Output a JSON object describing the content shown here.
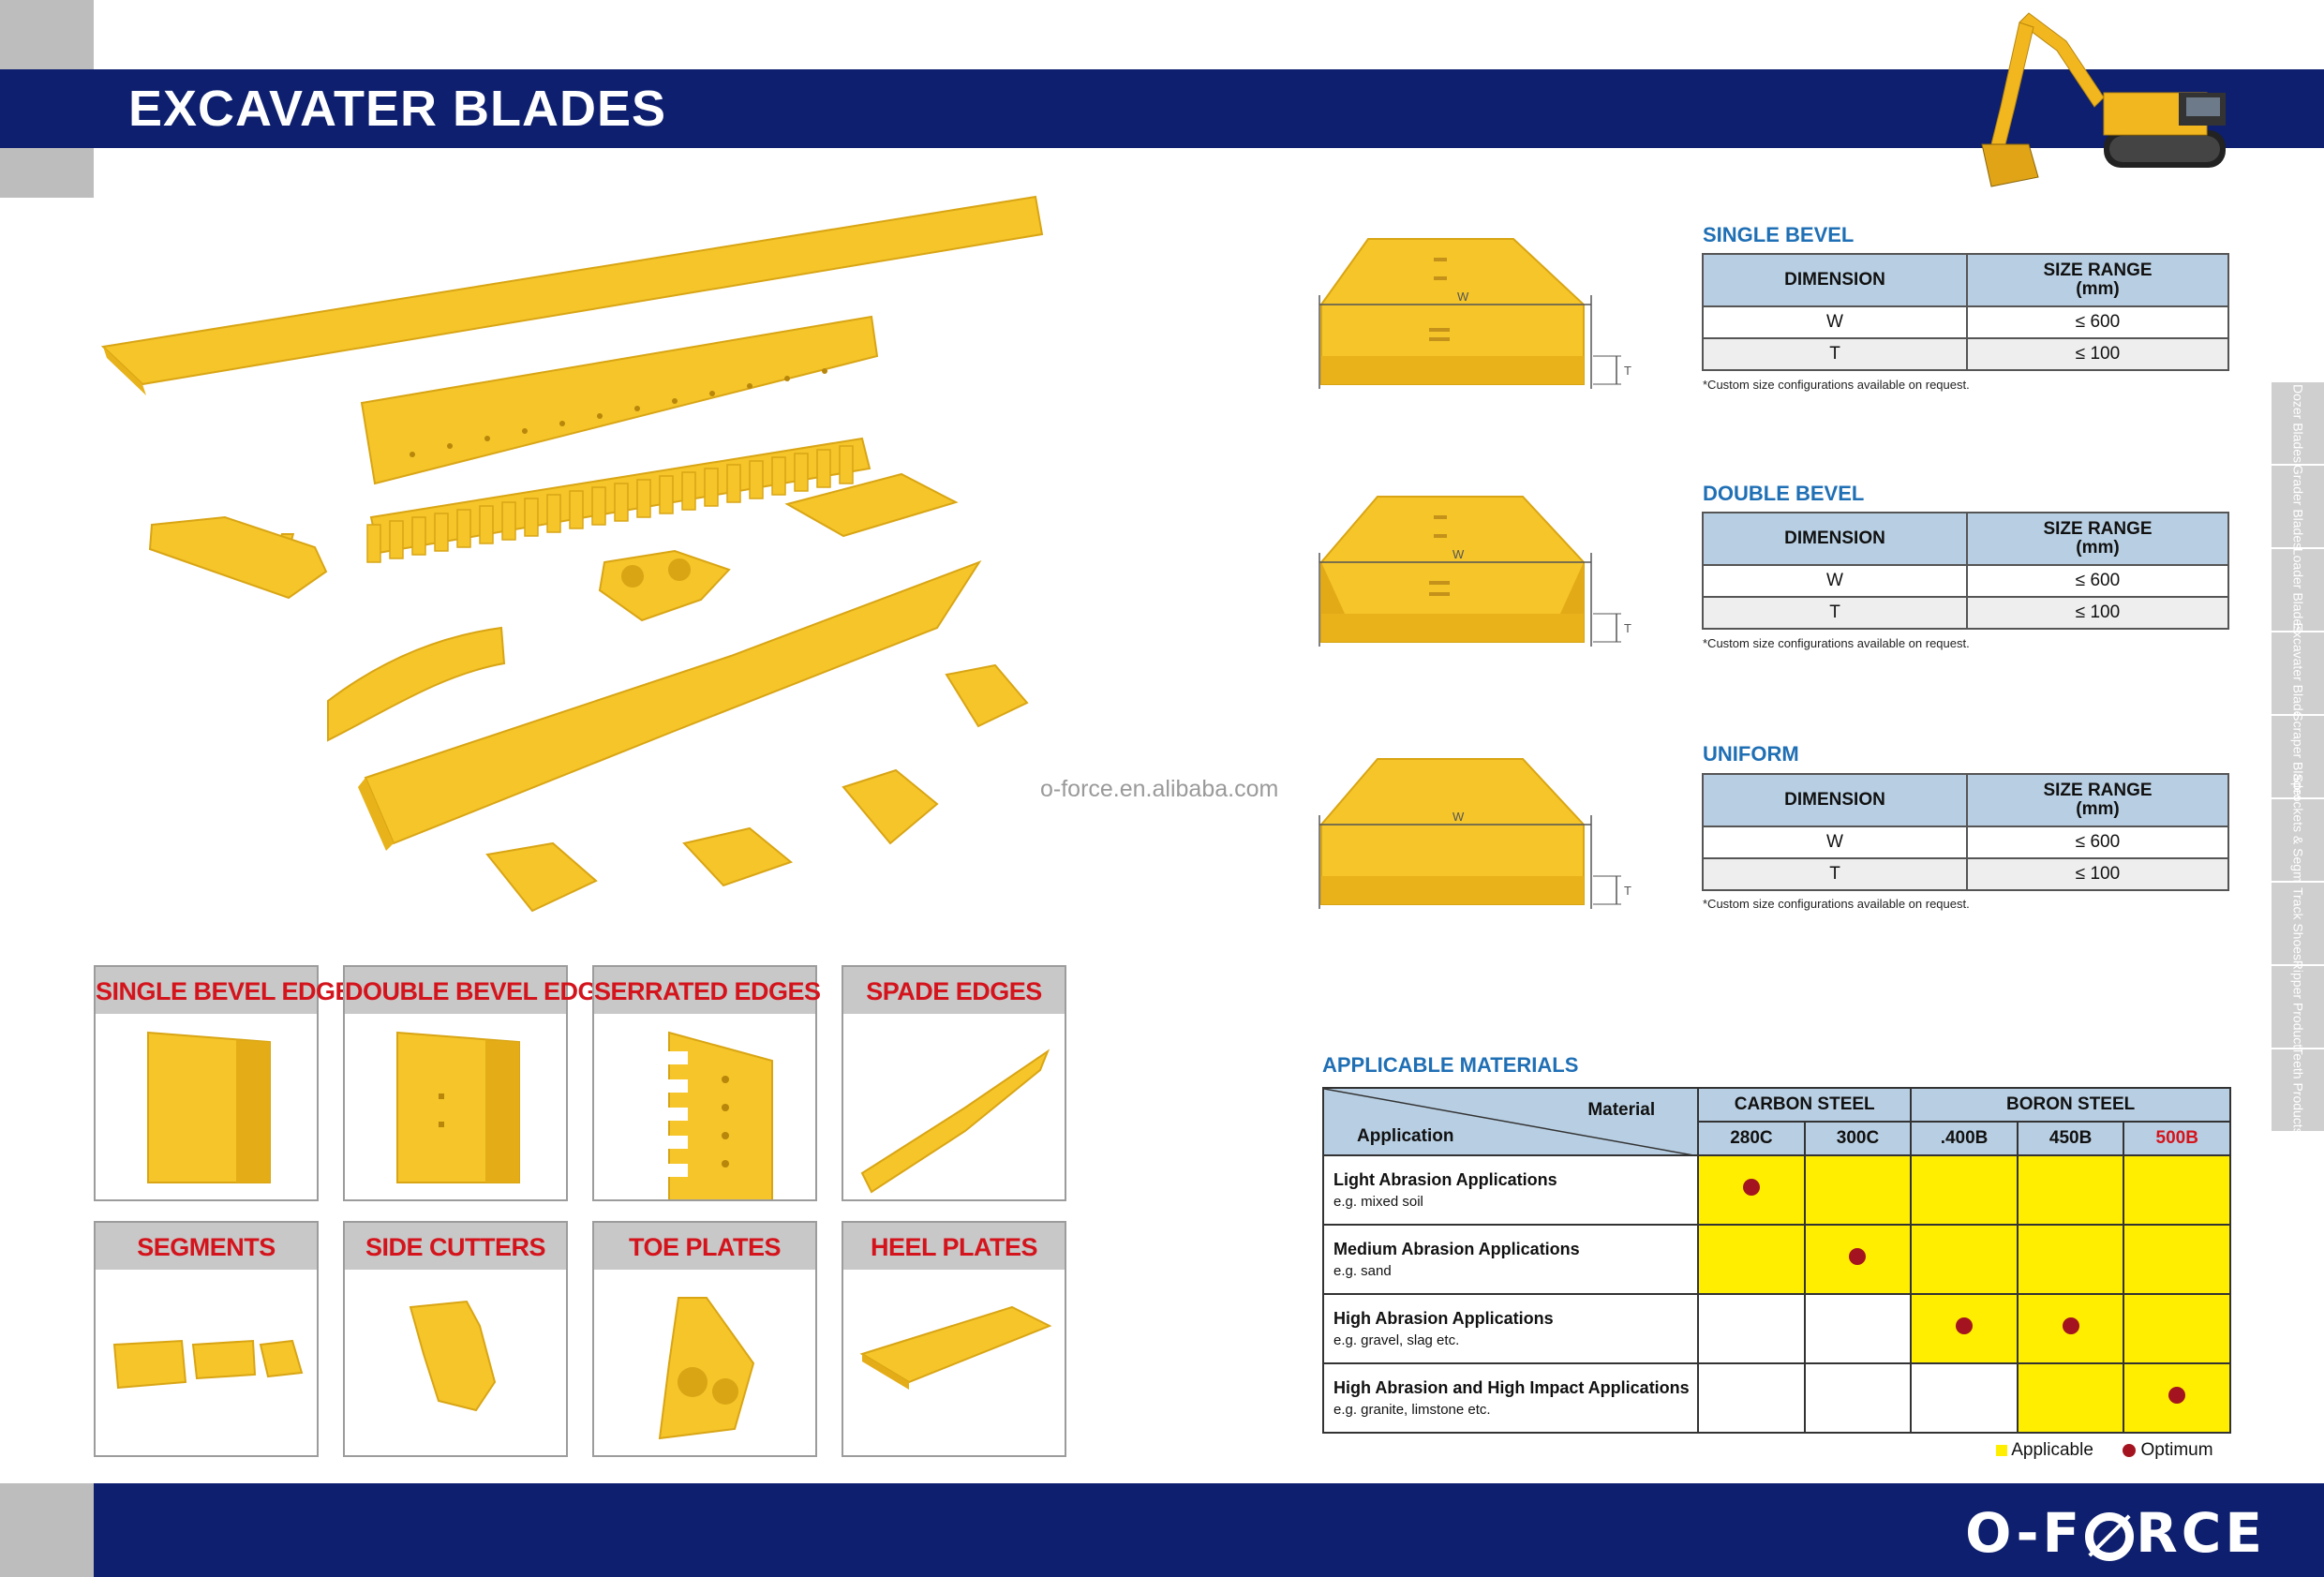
{
  "header": {
    "title": "EXCAVATER BLADES"
  },
  "watermark": "o-force.en.alibaba.com",
  "brand": {
    "logo_left": "O-F",
    "logo_right": "RCE"
  },
  "products": [
    {
      "label": "SINGLE BEVEL EDGES"
    },
    {
      "label": "DOUBLE BEVEL EDGES"
    },
    {
      "label": "SERRATED EDGES"
    },
    {
      "label": "SPADE EDGES"
    },
    {
      "label": "SEGMENTS"
    },
    {
      "label": "SIDE CUTTERS"
    },
    {
      "label": "TOE PLATES"
    },
    {
      "label": "HEEL PLATES"
    }
  ],
  "diagram": {
    "w_label": "W",
    "t_label": "T"
  },
  "specs": [
    {
      "title": "SINGLE BEVEL",
      "col1": "DIMENSION",
      "col2a": "SIZE RANGE",
      "col2b": "(mm)",
      "rows": [
        [
          "W",
          "≤ 600"
        ],
        [
          "T",
          "≤ 100"
        ]
      ],
      "note": "*Custom size configurations available on request."
    },
    {
      "title": "DOUBLE BEVEL",
      "col1": "DIMENSION",
      "col2a": "SIZE RANGE",
      "col2b": "(mm)",
      "rows": [
        [
          "W",
          "≤ 600"
        ],
        [
          "T",
          "≤ 100"
        ]
      ],
      "note": "*Custom size configurations available on request."
    },
    {
      "title": "UNIFORM",
      "col1": "DIMENSION",
      "col2a": "SIZE RANGE",
      "col2b": "(mm)",
      "rows": [
        [
          "W",
          "≤ 600"
        ],
        [
          "T",
          "≤ 100"
        ]
      ],
      "note": "*Custom size configurations available on request."
    }
  ],
  "materials": {
    "title": "APPLICABLE MATERIALS",
    "header_material": "Material",
    "header_application": "Application",
    "group1": "CARBON STEEL",
    "group2": "BORON STEEL",
    "grades": [
      "280C",
      "300C",
      ".400B",
      "450B",
      "500B"
    ],
    "rows": [
      {
        "name": "Light Abrasion Applications",
        "eg": "e.g. mixed soil",
        "applicable": [
          true,
          true,
          true,
          true,
          true
        ],
        "optimum": 0
      },
      {
        "name": "Medium Abrasion Applications",
        "eg": "e.g. sand",
        "applicable": [
          true,
          true,
          true,
          true,
          true
        ],
        "optimum": 1
      },
      {
        "name": "High Abrasion Applications",
        "eg": "e.g. gravel, slag etc.",
        "applicable": [
          false,
          false,
          true,
          true,
          true
        ],
        "optimum": [
          2,
          3
        ]
      },
      {
        "name": "High Abrasion and High Impact Applications",
        "eg": "e.g. granite, limstone etc.",
        "applicable": [
          false,
          false,
          false,
          true,
          true
        ],
        "optimum": 4
      }
    ],
    "legend_applicable": "Applicable",
    "legend_optimum": "Optimum",
    "colors": {
      "applicable": "#ffee00",
      "optimum": "#a31420",
      "header": "#b8cfe3"
    }
  },
  "side_tabs": [
    "Dozer Blades",
    "Grader Blades",
    "Loader Blades",
    "Excavater Blades",
    "Scraper Blades",
    "Sprockets & Segments",
    "Track Shoes",
    "Ripper Products",
    "Teeth Products"
  ]
}
